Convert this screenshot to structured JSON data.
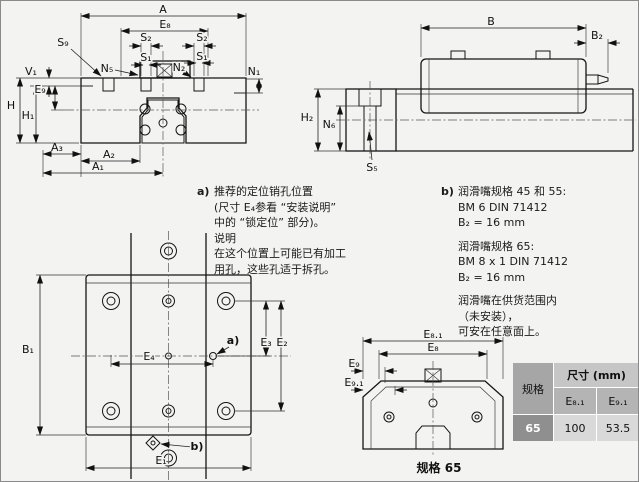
{
  "dims": {
    "A": "A",
    "A1": "A₁",
    "A2": "A₂",
    "A3": "A₃",
    "B": "B",
    "B1": "B₁",
    "B2": "B₂",
    "E1": "E₁",
    "E2": "E₂",
    "E3": "E₃",
    "E4": "E₄",
    "E8": "E₈",
    "E81": "E₈.₁",
    "E9": "E₉",
    "E91": "E₉.₁",
    "H": "H",
    "H1": "H₁",
    "H2": "H₂",
    "N1": "N₁",
    "N2": "N₂",
    "N5": "N₅",
    "N6": "N₆",
    "S1": "S₁",
    "S2": "S₂",
    "S5": "S₅",
    "S9": "S₉",
    "V1": "V₁"
  },
  "notes": {
    "a": {
      "label": "a)",
      "lines": [
        "推荐的定位销孔位置",
        "(尺寸 E₄参看 “安装说明”",
        "中的 “锁定位” 部分)。",
        "说明",
        "在这个位置上可能已有加工",
        "用孔，这些孔适于拆孔。"
      ]
    },
    "b": {
      "label": "b)",
      "paragraphs": [
        [
          "润滑嘴规格 45 和 55:",
          "BM 6 DIN 71412",
          "B₂ = 16 mm"
        ],
        [
          "润滑嘴规格 65:",
          "BM 8 x 1 DIN 71412",
          "B₂ = 16 mm"
        ],
        [
          "润滑嘴在供货范围内",
          "（未安装），",
          "可安在任意面上。"
        ]
      ]
    }
  },
  "caption": "规格 65",
  "table": {
    "unit_header": "尺寸 (mm)",
    "headers": [
      "规格",
      "E₈.₁",
      "E₉.₁"
    ],
    "rows": [
      [
        "65",
        "100",
        "53.5"
      ]
    ]
  }
}
